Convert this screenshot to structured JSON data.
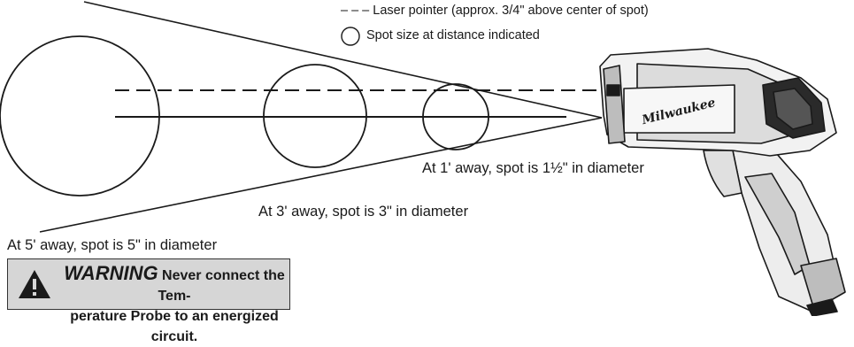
{
  "legend": {
    "laser_dash": "– – –",
    "laser_label": "Laser pointer (approx. 3/4\" above center of spot)",
    "spot_label": "Spot size at distance indicated"
  },
  "spots": [
    {
      "distance": "1'",
      "text": "At 1' away, spot is 1½\" in diameter"
    },
    {
      "distance": "3'",
      "text": "At 3' away, spot is 3\" in diameter"
    },
    {
      "distance": "5'",
      "text": "At 5' away, spot is 5\" in diameter"
    }
  ],
  "device": {
    "brand_logo": "Milwaukee"
  },
  "warning": {
    "icon": "warning-triangle-icon",
    "word": "WARNING",
    "line1_rest": "Never connect the Tem-",
    "line2": "perature Probe to an energized circuit."
  },
  "colors": {
    "line": "#1a1a1a",
    "warning_bg": "#d6d6d6"
  }
}
